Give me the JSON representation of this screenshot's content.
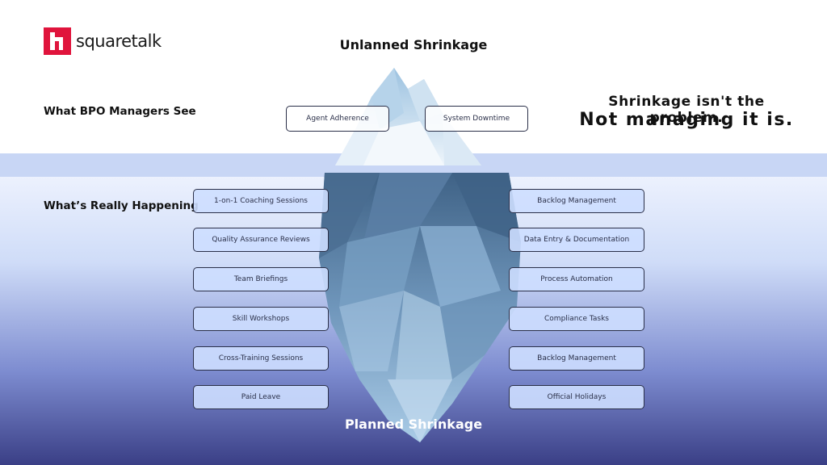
{
  "brand": {
    "name": "squaretalk",
    "accent": "#e0143c"
  },
  "titles": {
    "top": "Unlanned Shrinkage",
    "bottom": "Planned Shrinkage"
  },
  "side_labels": {
    "above": "What BPO Managers See",
    "below": "What’s Really Happening"
  },
  "tagline": {
    "line1": "Shrinkage isn't the problem.",
    "line2": "Not managing it is."
  },
  "above_water": [
    "Agent Adherence",
    "System Downtime"
  ],
  "below_water_left": [
    "1-on-1 Coaching Sessions",
    "Quality Assurance Reviews",
    "Team Briefings",
    "Skill Workshops",
    "Cross-Training Sessions",
    "Paid Leave"
  ],
  "below_water_right": [
    "Backlog Management",
    "Data Entry & Documentation",
    "Process Automation",
    "Compliance Tasks",
    "Backlog Management",
    "Official Holidays"
  ],
  "colors": {
    "water_surface": "#c9d8f6",
    "water_deep": "#3a3f86",
    "ice_light": "#dceaf6",
    "ice_mid": "#8fb6d6",
    "ice_dark": "#4d6f92"
  }
}
